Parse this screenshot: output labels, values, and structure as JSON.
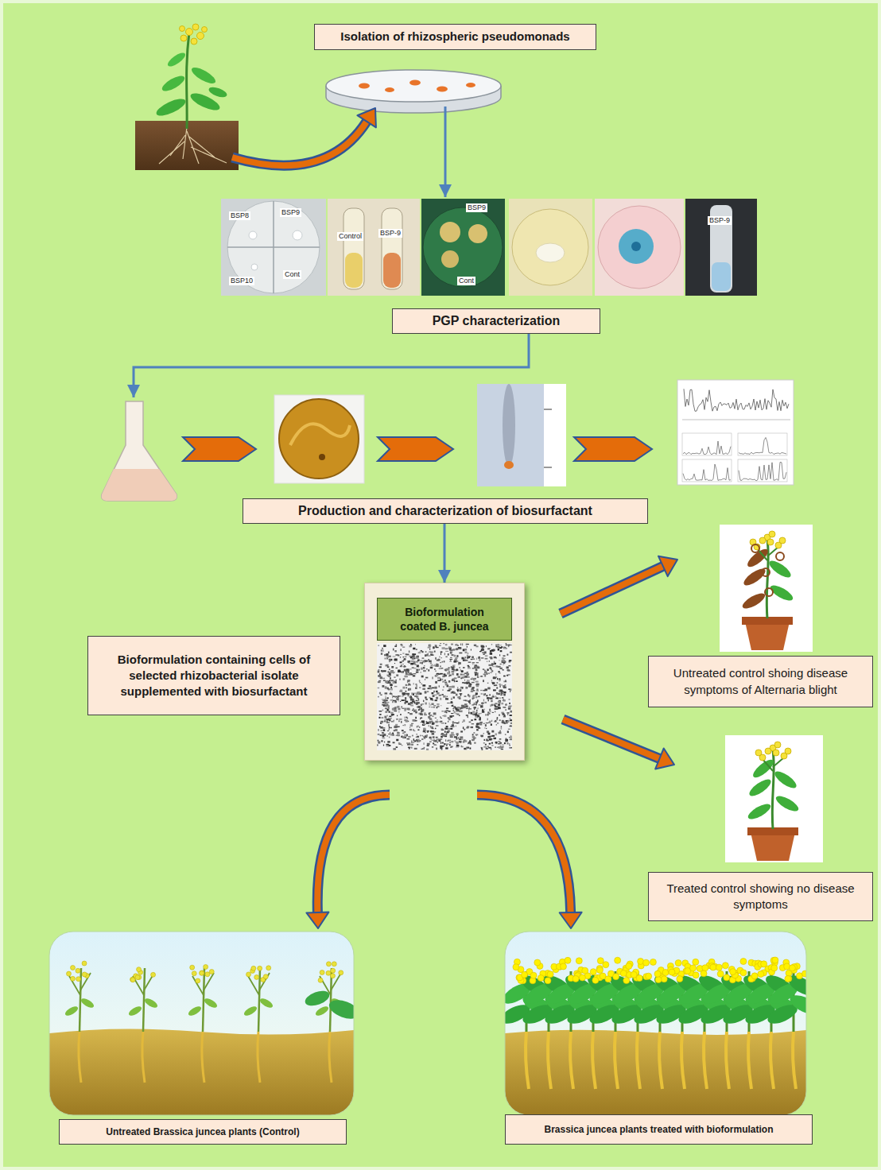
{
  "diagram": {
    "nodes": [
      {
        "text": [
          "Isolation of rhizospheric pseudomonads"
        ]
      },
      {
        "text": [
          "PGP characterization"
        ]
      },
      {
        "text": [
          "Production and characterization of biosurfactant"
        ]
      },
      {
        "text": [
          "Bioformulation coated B. juncea"
        ]
      },
      {
        "text": [
          "Bioformulation containing cells of selected rhizobacterial isolate supplemented with biosurfactant"
        ]
      },
      {
        "text": [
          "Untreated control shoing disease symptoms of Alternaria blight"
        ]
      },
      {
        "text": [
          "Treated control showing no disease symptoms"
        ]
      },
      {
        "text": [
          "Untreated Brassica juncea plants (Control)"
        ]
      },
      {
        "text": [
          "Brassica juncea plants treated with bioformulation"
        ]
      }
    ],
    "edges": [
      {
        "from": 2,
        "to": 3,
        "arrow": "to"
      }
    ],
    "labels": [
      "BSP8",
      "BSP9",
      "BSP10",
      "Cont",
      "Control",
      "BSP-9",
      "BSP9",
      "Cont",
      "BSP-9"
    ]
  }
}
